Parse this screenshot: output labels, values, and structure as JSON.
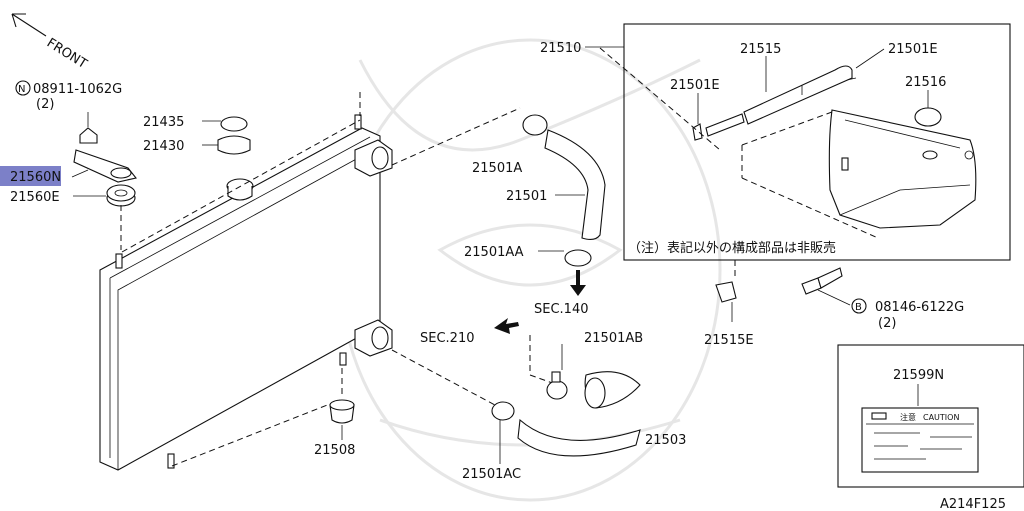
{
  "diagram": {
    "drawing_number": "A214F125",
    "front_label": "FRONT",
    "note_jp": "（注）表記以外の構成部品は非販売",
    "fasteners": [
      {
        "symbol": "N",
        "part_no": "08911-1062G",
        "qty": "(2)"
      },
      {
        "symbol": "B",
        "part_no": "08146-6122G",
        "qty": "(2)"
      }
    ],
    "parts": {
      "p21560N": "21560N",
      "p21560E": "21560E",
      "p21435": "21435",
      "p21430": "21430",
      "p21510": "21510",
      "p21515": "21515",
      "p21501E_a": "21501E",
      "p21501E_b": "21501E",
      "p21516": "21516",
      "p21501A": "21501A",
      "p21501": "21501",
      "p21501AA": "21501AA",
      "p21515E": "21515E",
      "p21501AB": "21501AB",
      "p21503": "21503",
      "p21508": "21508",
      "p21501AC": "21501AC",
      "p21599N": "21599N"
    },
    "sections": {
      "sec140": "SEC.140",
      "sec210": "SEC.210"
    },
    "caution_label": {
      "jp": "注意",
      "en": "CAUTION"
    },
    "highlighted_part": "21560N",
    "colors": {
      "highlight": "#7c80c8",
      "line": "#111111"
    }
  }
}
